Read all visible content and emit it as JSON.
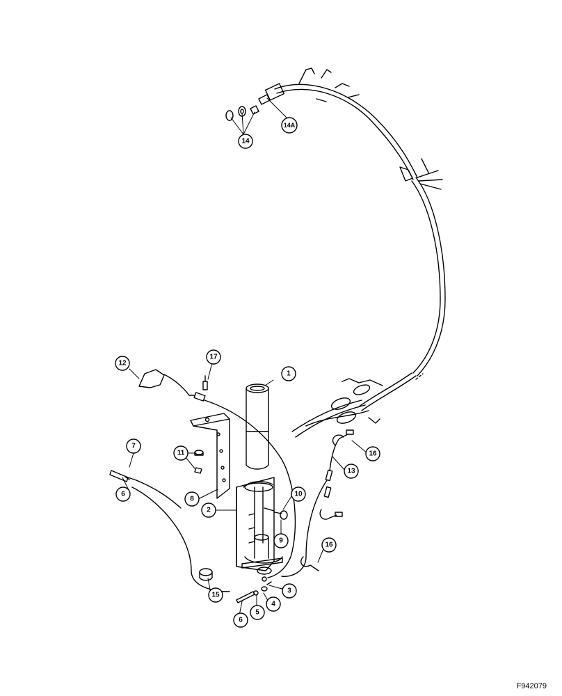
{
  "figure_id": "F942079",
  "callouts": {
    "c1": "1",
    "c2": "2",
    "c3": "3",
    "c4": "4",
    "c5": "5",
    "c6a": "6",
    "c6b": "6",
    "c7": "7",
    "c8": "8",
    "c9": "9",
    "c10": "10",
    "c11": "11",
    "c12": "12",
    "c13": "13",
    "c14": "14",
    "c14a": "14A",
    "c15": "15",
    "c16a": "16",
    "c16b": "16",
    "c17": "17"
  }
}
